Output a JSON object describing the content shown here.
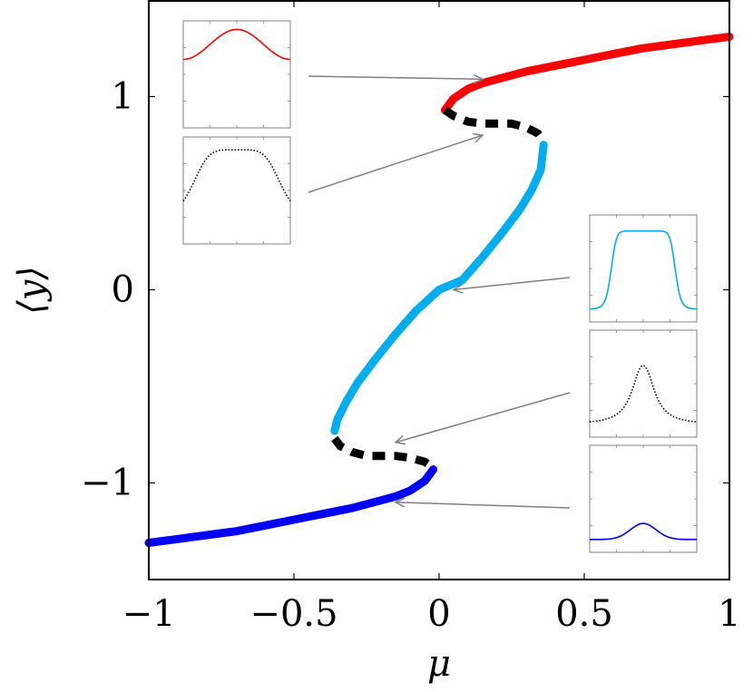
{
  "chart_data": {
    "type": "line",
    "title": "",
    "xlabel": "μ",
    "ylabel": "⟨y⟩",
    "xlim": [
      -1,
      1
    ],
    "ylim": [
      -1.5,
      1.5
    ],
    "x_ticks": [
      -1,
      -0.5,
      0,
      0.5,
      1
    ],
    "x_tick_labels": [
      "−1",
      "−0.5",
      "0",
      "0.5",
      "1"
    ],
    "y_ticks": [
      -1,
      0,
      1
    ],
    "y_tick_labels": [
      "−1",
      "0",
      "1"
    ],
    "grid": false,
    "legend": "none",
    "colors": {
      "upper_stable": "#ff0000",
      "middle_stable": "#00aeef",
      "lower_stable": "#0000ff",
      "unstable": "#000000",
      "arrow": "#808080"
    },
    "series": [
      {
        "style": "solid",
        "color": "upper_stable",
        "x": [
          0.02,
          0.05,
          0.1,
          0.15,
          0.2,
          0.3,
          0.4,
          0.5,
          0.6,
          0.7,
          0.8,
          0.9,
          1.0
        ],
        "y": [
          0.93,
          0.99,
          1.04,
          1.07,
          1.09,
          1.13,
          1.16,
          1.19,
          1.22,
          1.25,
          1.27,
          1.29,
          1.31
        ]
      },
      {
        "style": "dashed",
        "color": "unstable",
        "x": [
          0.02,
          0.05,
          0.1,
          0.15,
          0.2,
          0.25,
          0.3,
          0.34,
          0.36
        ],
        "y": [
          0.93,
          0.9,
          0.87,
          0.86,
          0.86,
          0.86,
          0.84,
          0.81,
          0.77
        ]
      },
      {
        "style": "solid",
        "color": "middle_stable",
        "x": [
          0.36,
          0.35,
          0.32,
          0.28,
          0.22,
          0.15,
          0.08,
          0.0,
          -0.08,
          -0.15,
          -0.22,
          -0.28,
          -0.32,
          -0.35,
          -0.36
        ],
        "y": [
          0.75,
          0.62,
          0.52,
          0.42,
          0.3,
          0.17,
          0.05,
          0.0,
          -0.11,
          -0.23,
          -0.36,
          -0.48,
          -0.58,
          -0.67,
          -0.73
        ]
      },
      {
        "style": "dashed",
        "color": "unstable",
        "x": [
          -0.36,
          -0.34,
          -0.3,
          -0.25,
          -0.2,
          -0.15,
          -0.1,
          -0.05,
          -0.02
        ],
        "y": [
          -0.77,
          -0.81,
          -0.84,
          -0.86,
          -0.86,
          -0.86,
          -0.87,
          -0.89,
          -0.92
        ]
      },
      {
        "style": "solid",
        "color": "lower_stable",
        "x": [
          -0.02,
          -0.05,
          -0.1,
          -0.15,
          -0.2,
          -0.3,
          -0.4,
          -0.5,
          -0.6,
          -0.7,
          -0.8,
          -0.9,
          -1.0
        ],
        "y": [
          -0.93,
          -0.99,
          -1.04,
          -1.07,
          -1.09,
          -1.13,
          -1.16,
          -1.19,
          -1.22,
          -1.25,
          -1.27,
          -1.29,
          -1.31
        ]
      }
    ],
    "insets": [
      {
        "profile": "flat-bump",
        "color": "upper_stable",
        "style": "solid",
        "arrow_to": [
          0.15,
          1.09
        ]
      },
      {
        "profile": "broad-plateau",
        "color": "unstable",
        "style": "dotted",
        "arrow_to": [
          0.15,
          0.8
        ]
      },
      {
        "profile": "tall-plateau",
        "color": "middle_stable",
        "style": "solid",
        "arrow_to": [
          0.05,
          0.0
        ]
      },
      {
        "profile": "narrow-peak",
        "color": "unstable",
        "style": "dotted",
        "arrow_to": [
          -0.15,
          -0.79
        ]
      },
      {
        "profile": "small-bump",
        "color": "lower_stable",
        "style": "solid",
        "arrow_to": [
          -0.15,
          -1.1
        ]
      }
    ]
  }
}
